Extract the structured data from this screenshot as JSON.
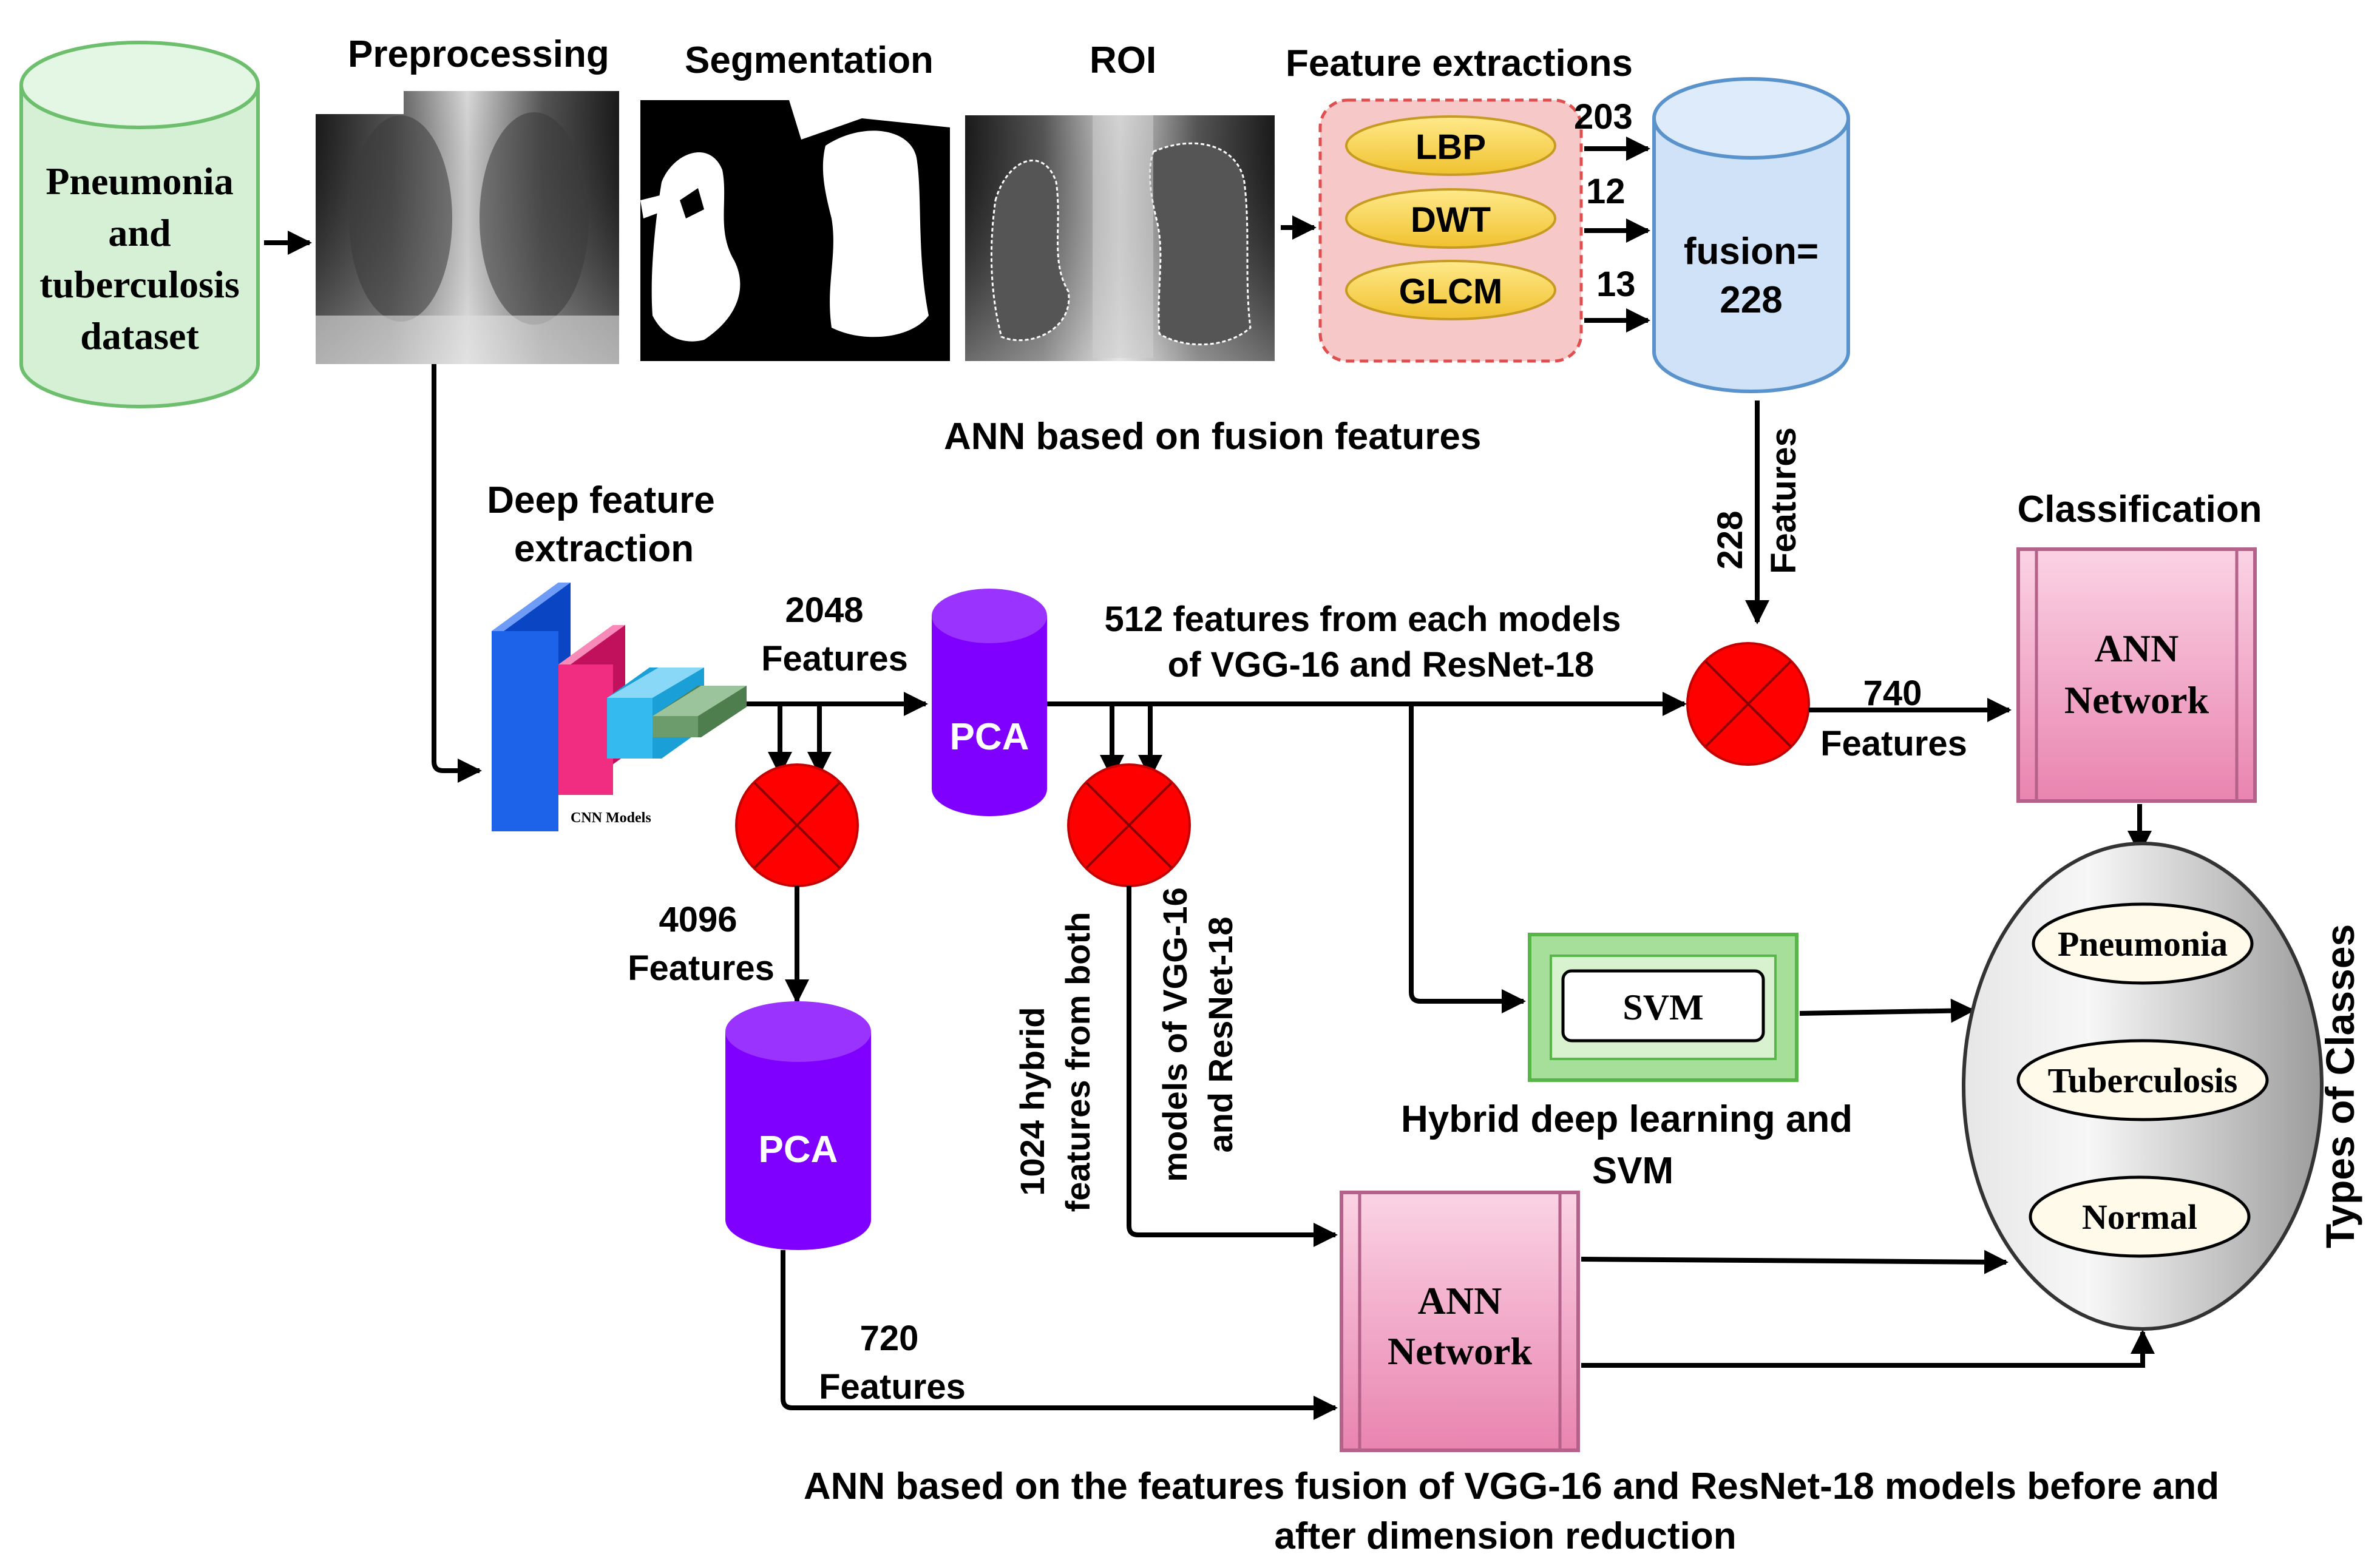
{
  "dataset": {
    "line1": "Pneumonia",
    "line2": "and",
    "line3": "tuberculosis",
    "line4": "dataset"
  },
  "stages": {
    "preprocessing": "Preprocessing",
    "segmentation": "Segmentation",
    "roi": "ROI",
    "feature_extractions": "Feature extractions"
  },
  "handcrafted": {
    "lbp": "LBP",
    "dwt": "DWT",
    "glcm": "GLCM",
    "lbp_count": "203",
    "dwt_count": "12",
    "glcm_count": "13",
    "fusion_line1": "fusion=",
    "fusion_line2": "228",
    "ann_fusion_caption": "ANN based on fusion features",
    "features_228_num": "228",
    "features_228_word": "Features"
  },
  "deep": {
    "title_line1": "Deep feature",
    "title_line2": "extraction",
    "cnn_caption": "CNN Models",
    "f2048_num": "2048",
    "f2048_word": "Features",
    "pca": "PCA",
    "f512_line1": "512 features from each models",
    "f512_line2": "of VGG-16 and ResNet-18",
    "f4096_num": "4096",
    "f4096_word": "Features",
    "hybrid_line1": "1024 hybrid",
    "hybrid_line2": "features from both",
    "hybrid_line3": "models of VGG-16",
    "hybrid_line4": "and ResNet-18",
    "f720_num": "720",
    "f720_word": "Features",
    "f740_num": "740",
    "f740_word": "Features"
  },
  "classification": {
    "title": "Classification",
    "ann_line1": "ANN",
    "ann_line2": "Network",
    "svm": "SVM",
    "svm_caption_line1": "Hybrid deep learning and",
    "svm_caption_line2": "SVM",
    "ann2_line1": "ANN",
    "ann2_line2": "Network",
    "bottom_caption_line1": "ANN based on the features fusion of VGG-16 and ResNet-18 models before and",
    "bottom_caption_line2": "after dimension reduction",
    "types_title": "Types of Classes",
    "class_pneumonia": "Pneumonia",
    "class_tuberculosis": "Tuberculosis",
    "class_normal": "Normal"
  },
  "colors": {
    "dataset_fill": "#d5f0d5",
    "dataset_stroke": "#6dbf6d",
    "fusion_fill": "#cfe2f7",
    "fusion_stroke": "#5a93cc",
    "pca_fill": "#7f00ff",
    "ann_fill": "#f3a9c8",
    "ann_stroke": "#b5628b",
    "svm_outer": "#a6df9a",
    "svm_border": "#58b548",
    "ellipse_fill": "#fff3c4",
    "ellipse_stroke": "#d0b04a",
    "handcrafted_panel": "#f7c8c8",
    "handcrafted_border": "#e04f4f",
    "fuse_node": "#ff0000"
  }
}
